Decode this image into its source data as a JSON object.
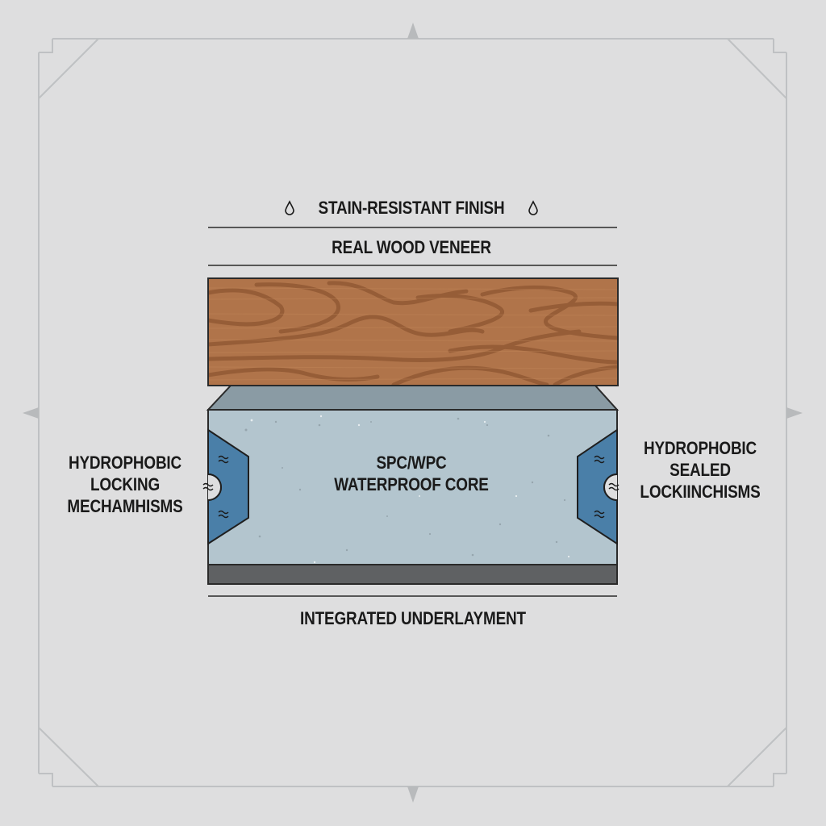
{
  "diagram": {
    "type": "layered-cross-section",
    "subject": "Waterproof engineered flooring plank",
    "layers_top_to_bottom": [
      {
        "id": "finish",
        "label": "STAIN-RESISTANT FINISH",
        "icon": "water-drop-icon"
      },
      {
        "id": "veneer",
        "label": "REAL WOOD VENEER",
        "color": "#b0744a"
      },
      {
        "id": "core",
        "label_lines": [
          "SPC/WPC",
          "WATERPROOF CORE"
        ],
        "color": "#b3c5ce"
      },
      {
        "id": "underlayment",
        "label": "INTEGRATED UNDERLAYMENT",
        "color": "#5f6163"
      }
    ],
    "left_callout": {
      "lines": [
        "HYDROPHOBIC",
        "LOCKING",
        "MECHAMHISMS"
      ]
    },
    "right_callout": {
      "lines": [
        "HYDROPHOBIC",
        "SEALED",
        "LOCKIINCHISMS"
      ]
    },
    "lock_icon": "water-wave-icon",
    "colors": {
      "background": "#dededf",
      "frame": "#bfc1c3",
      "lock_fill": "#4a7fa8",
      "bevel": "#8a9aa3",
      "outline": "#2a2a2a"
    }
  }
}
